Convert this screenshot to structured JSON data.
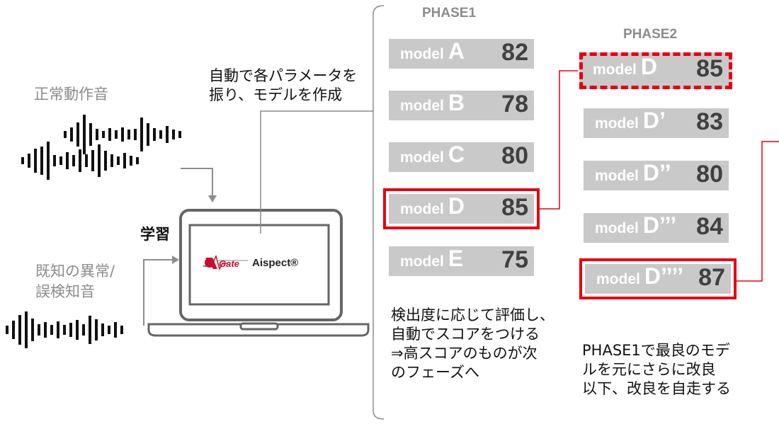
{
  "inputs": {
    "normal_sound_label": "正常動作音",
    "abnormal_sound_label_line1": "既知の異常/",
    "abnormal_sound_label_line2": "誤検知音"
  },
  "laptop": {
    "learning_label": "学習",
    "logo_gate": "Gate",
    "logo_product": "Aispect®"
  },
  "annotation_auto": {
    "line1": "自動で各パラメータを",
    "line2": "振り、モデルを作成"
  },
  "phase1": {
    "title": "PHASE1",
    "models": [
      {
        "word": "model",
        "letter": "A",
        "score": "82",
        "selected": false
      },
      {
        "word": "model",
        "letter": "B",
        "score": "78",
        "selected": false
      },
      {
        "word": "model",
        "letter": "C",
        "score": "80",
        "selected": false
      },
      {
        "word": "model",
        "letter": "D",
        "score": "85",
        "selected": true
      },
      {
        "word": "model",
        "letter": "E",
        "score": "75",
        "selected": false
      }
    ],
    "note_lines": [
      "検出度に応じて評価し、",
      "自動でスコアをつける",
      "⇒高スコアのものが次",
      "のフェーズへ"
    ]
  },
  "phase2": {
    "title": "PHASE2",
    "models": [
      {
        "word": "model",
        "letter": "D",
        "score": "85",
        "selected": "dashed"
      },
      {
        "word": "model",
        "letter": "D’",
        "score": "83",
        "selected": false
      },
      {
        "word": "model",
        "letter": "D’’",
        "score": "80",
        "selected": false
      },
      {
        "word": "model",
        "letter": "D’’’",
        "score": "84",
        "selected": false
      },
      {
        "word": "model",
        "letter": "D’’’’",
        "score": "87",
        "selected": true
      }
    ],
    "note_lines": [
      "PHASE1で最良のモデ",
      "ルを元にさらに改良",
      "以下、改良を自走する"
    ]
  },
  "colors": {
    "accent_red": "#e60012",
    "box_gray": "#c9c9c9",
    "score_dark": "#404040",
    "label_gray": "#8c8c8c"
  }
}
